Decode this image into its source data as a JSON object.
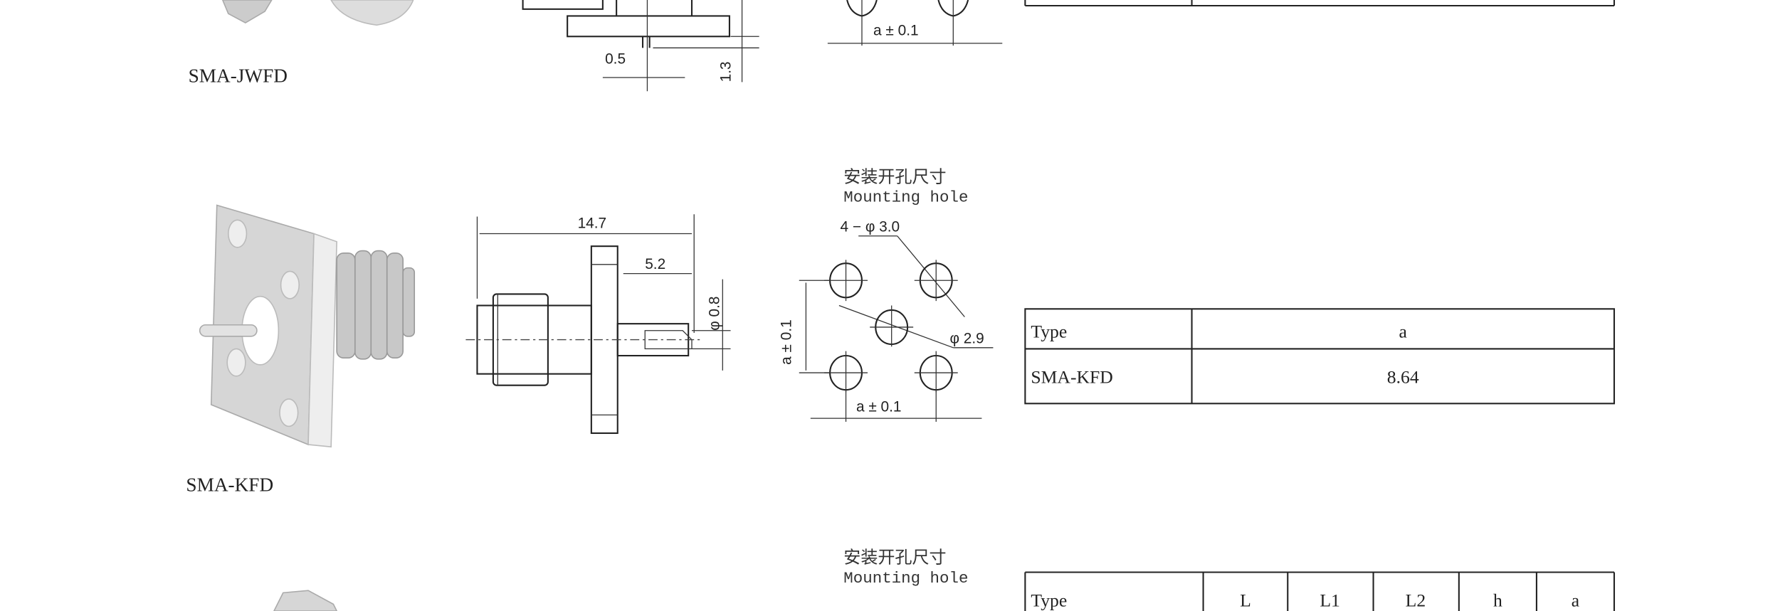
{
  "products": [
    {
      "name": "SMA-JWFD",
      "dims": {
        "d1": "0.5",
        "d2": "1.3",
        "a_tol": "a ± 0.1"
      }
    },
    {
      "name": "SMA-KFD",
      "mounting_hole": {
        "title_cn": "安装开孔尺寸",
        "title_en": "Mounting hole"
      },
      "dims": {
        "length": "14.7",
        "pin": "5.2",
        "pin_dia": "φ 0.8",
        "holes": "4 − φ 3.0",
        "center_hole": "φ 2.9",
        "a_tol_h": "a ± 0.1",
        "a_tol_v": "a ± 0.1"
      },
      "table": {
        "headers": [
          "Type",
          "a"
        ],
        "rows": [
          [
            "SMA-KFD",
            "8.64"
          ]
        ]
      }
    },
    {
      "mounting_hole": {
        "title_cn": "安装开孔尺寸",
        "title_en": "Mounting hole"
      },
      "table": {
        "headers": [
          "Type",
          "L",
          "L1",
          "L2",
          "h",
          "a"
        ]
      }
    }
  ]
}
